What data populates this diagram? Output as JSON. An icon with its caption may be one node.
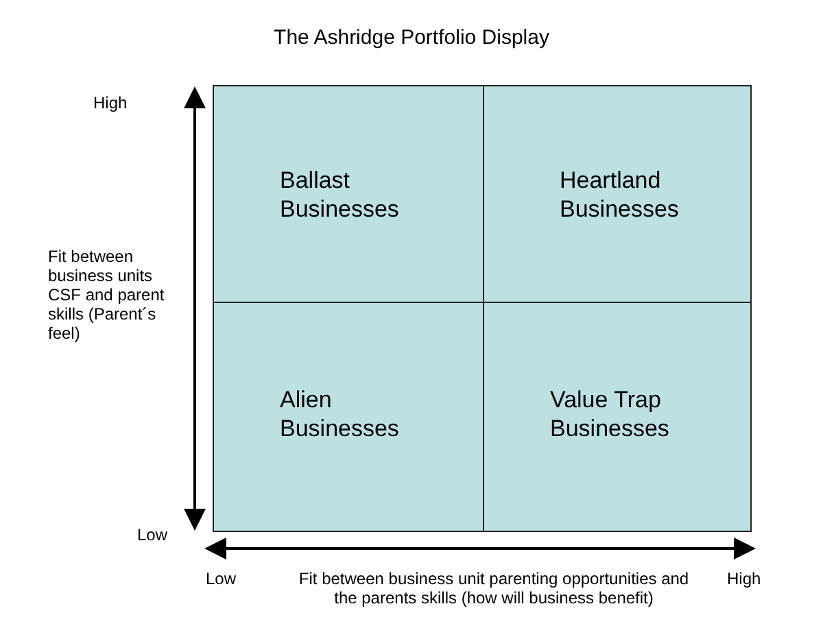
{
  "diagram": {
    "title": "The Ashridge Portfolio Display",
    "nodes": [
      {
        "text": [
          "Ballast Businesses"
        ]
      },
      {
        "text": [
          "Heartland Businesses"
        ]
      },
      {
        "text": [
          "Alien Businesses"
        ]
      },
      {
        "text": [
          "Value Trap Businesses"
        ]
      }
    ],
    "labels": [
      "High",
      "Fit between business units CSF and parent skills (Parent´s feel)",
      "Low",
      "Low",
      "Fit between business unit parenting opportunities and the parents skills (how will business benefit)",
      "High"
    ]
  }
}
